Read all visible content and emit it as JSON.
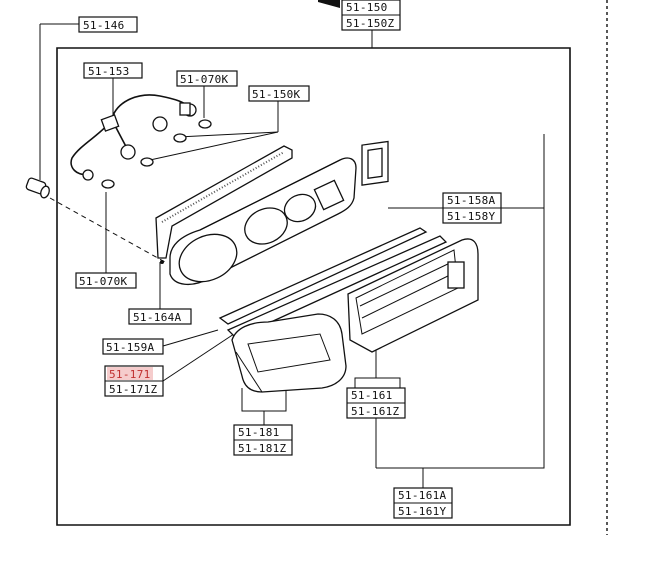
{
  "labels": {
    "p51_146": "51-146",
    "p51_150": "51-150",
    "p51_150z": "51-150Z",
    "p51_153": "51-153",
    "p51_070k_top": "51-070K",
    "p51_150k": "51-150K",
    "p51_070k_bottom": "51-070K",
    "p51_164a": "51-164A",
    "p51_158a": "51-158A",
    "p51_158y": "51-158Y",
    "p51_159a": "51-159A",
    "p51_171": "51-171",
    "p51_171z": "51-171Z",
    "p51_161": "51-161",
    "p51_161z": "51-161Z",
    "p51_181": "51-181",
    "p51_181z": "51-181Z",
    "p51_161a": "51-161A",
    "p51_161y": "51-161Y"
  },
  "highlighted_part": "51-171",
  "colors": {
    "ink": "#111111",
    "highlight": "#f4c7c7",
    "highlight_text": "#c03030"
  }
}
